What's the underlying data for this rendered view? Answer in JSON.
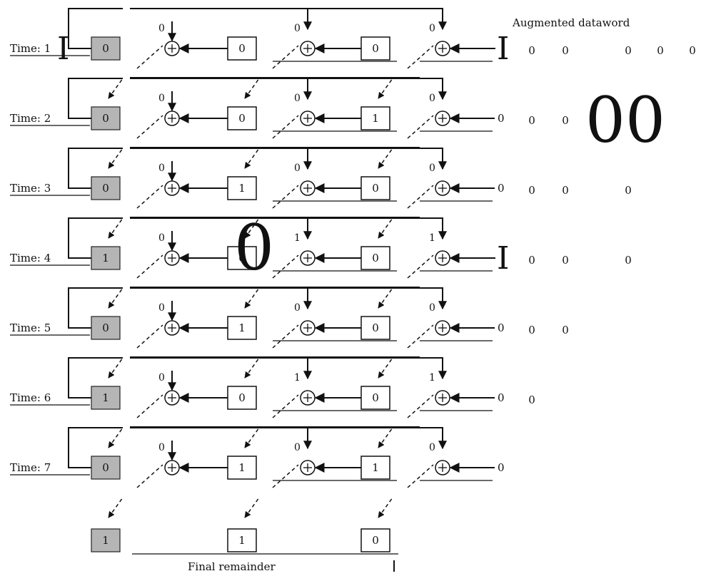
{
  "header": {
    "augmented_label": "Augmented dataword"
  },
  "footer": {
    "final_label": "Final remainder"
  },
  "rows": [
    {
      "time": "Time: 1",
      "r2": "0",
      "r1": "0",
      "r0": "0",
      "f2": "0",
      "f1": "0",
      "f0": "0",
      "feed": "I"
    },
    {
      "time": "Time: 2",
      "r2": "0",
      "r1": "0",
      "r0": "1",
      "f2": "0",
      "f1": "0",
      "f0": "0",
      "feed": "0"
    },
    {
      "time": "Time: 3",
      "r2": "0",
      "r1": "1",
      "r0": "0",
      "f2": "0",
      "f1": "0",
      "f0": "0",
      "feed": "0"
    },
    {
      "time": "Time: 4",
      "r2": "1",
      "r1": "0",
      "r0": "0",
      "f2": "0",
      "f1": "1",
      "f0": "1",
      "feed": "I"
    },
    {
      "time": "Time: 5",
      "r2": "0",
      "r1": "1",
      "r0": "0",
      "f2": "0",
      "f1": "0",
      "f0": "0",
      "feed": "0"
    },
    {
      "time": "Time: 6",
      "r2": "1",
      "r1": "0",
      "r0": "0",
      "f2": "0",
      "f1": "1",
      "f0": "1",
      "feed": "0"
    },
    {
      "time": "Time: 7",
      "r2": "0",
      "r1": "1",
      "r0": "1",
      "f2": "0",
      "f1": "0",
      "f0": "0",
      "feed": "0"
    }
  ],
  "final": {
    "r2": "1",
    "r1": "1",
    "r0": "0"
  },
  "dataword_rows": [
    [
      "0",
      "0",
      "0",
      "0",
      "0"
    ],
    [
      "0",
      "0",
      "00"
    ],
    [
      "0",
      "0",
      "0"
    ],
    [
      "0",
      "0",
      "0"
    ],
    [
      "0",
      "0"
    ],
    [
      "0"
    ],
    []
  ],
  "overlay_glyphs": {
    "time1_i": "I",
    "time4_zero": "0"
  }
}
